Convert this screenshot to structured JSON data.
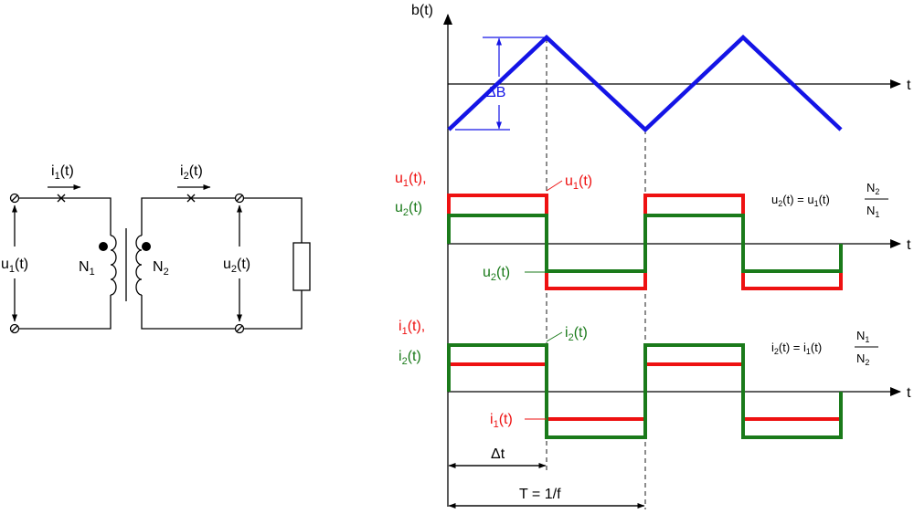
{
  "colors": {
    "flux": "#1414e6",
    "red": "#ee1111",
    "green": "#1a7a1a",
    "ink": "#000000",
    "dashed": "#000000"
  },
  "circuit": {
    "i1": {
      "base": "i",
      "sub": "1",
      "tail": "(t)"
    },
    "i2": {
      "base": "i",
      "sub": "2",
      "tail": "(t)"
    },
    "u1": {
      "base": "u",
      "sub": "1",
      "tail": "(t)"
    },
    "u2": {
      "base": "u",
      "sub": "2",
      "tail": "(t)"
    },
    "N1": {
      "base": "N",
      "sub": "1"
    },
    "N2": {
      "base": "N",
      "sub": "2"
    }
  },
  "plot": {
    "b_axis_label": "b(t)",
    "t_label": "t",
    "delta_B": "ΔB",
    "delta_t": "Δt",
    "period": "T = 1/f",
    "u_group": {
      "label1": {
        "base": "u",
        "sub": "1",
        "tail": "(t),"
      },
      "label2": {
        "base": "u",
        "sub": "2",
        "tail": "(t)"
      },
      "tag_u1": {
        "base": "u",
        "sub": "1",
        "tail": "(t)"
      },
      "tag_u2": {
        "base": "u",
        "sub": "2",
        "tail": "(t)"
      },
      "formula": {
        "lhs": "u",
        "lhs_sub": "2",
        "mid": "(t) = u",
        "mid_sub": "1",
        "mid_tail": "(t)",
        "num": "N",
        "num_sub": "2",
        "den": "N",
        "den_sub": "1"
      }
    },
    "i_group": {
      "label1": {
        "base": "i",
        "sub": "1",
        "tail": "(t),"
      },
      "label2": {
        "base": "i",
        "sub": "2",
        "tail": "(t)"
      },
      "tag_i2": {
        "base": "i",
        "sub": "2",
        "tail": "(t)"
      },
      "tag_i1": {
        "base": "i",
        "sub": "1",
        "tail": "(t)"
      },
      "formula": {
        "lhs": "i",
        "lhs_sub": "2",
        "mid": "(t) = i",
        "mid_sub": "1",
        "mid_tail": "(t)",
        "num": "N",
        "num_sub": "1",
        "den": "N",
        "den_sub": "2"
      }
    }
  }
}
